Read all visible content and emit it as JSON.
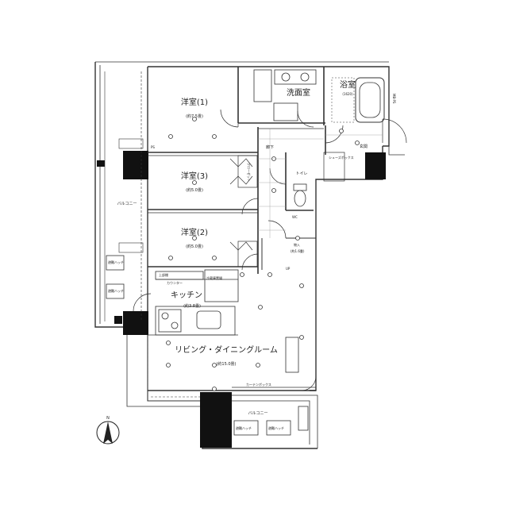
{
  "rooms": {
    "western1": {
      "name": "洋室(1)",
      "area": "(約7.5畳)"
    },
    "western3": {
      "name": "洋室(3)",
      "area": "(約5.0畳)"
    },
    "western2": {
      "name": "洋室(2)",
      "area": "(約5.0畳)"
    },
    "washroom": {
      "name": "洗面室"
    },
    "bathroom": {
      "name": "浴室",
      "size": "(1620)"
    },
    "corridor": {
      "name": "廊下"
    },
    "entrance": {
      "name": "玄関"
    },
    "toilet": {
      "name": "トイレ"
    },
    "kitchen": {
      "name": "キッチン",
      "area": "(約3.8畳)"
    },
    "ldk": {
      "name": "リビング・ダイニングルーム",
      "area": "(約15.0畳)"
    },
    "balcony_west": {
      "name": "バルコニー"
    },
    "balcony_south": {
      "name": "バルコニー"
    }
  },
  "fixtures": {
    "closet": "クローゼット",
    "shoe_box": "シューズボックス",
    "storage": "物入",
    "storage_area": "(約1.6畳)",
    "curtain_box": "カーテンボックス",
    "mbps": "MB·PS",
    "ps": "PS",
    "upper_cabinet": "上部棚",
    "refrigerator": "冷蔵庫置場",
    "counter": "カウンター",
    "hatch1": "避難ハッチ",
    "hatch2": "避難ハッチ",
    "hatch3": "避難ハッチ",
    "hatch4": "避難ハッチ",
    "up_sign": "UP",
    "wc": "WC"
  },
  "compass": {
    "north": "N"
  }
}
